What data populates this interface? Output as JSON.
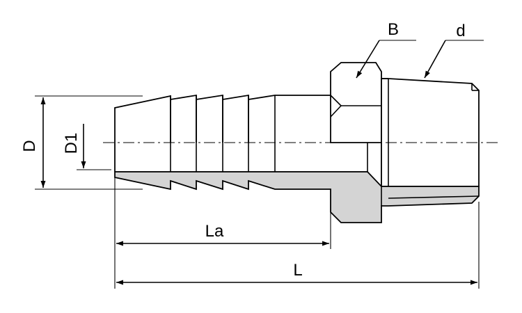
{
  "labels": {
    "D": "D",
    "D1": "D1",
    "La": "La",
    "L": "L",
    "B": "B",
    "d": "d"
  }
}
